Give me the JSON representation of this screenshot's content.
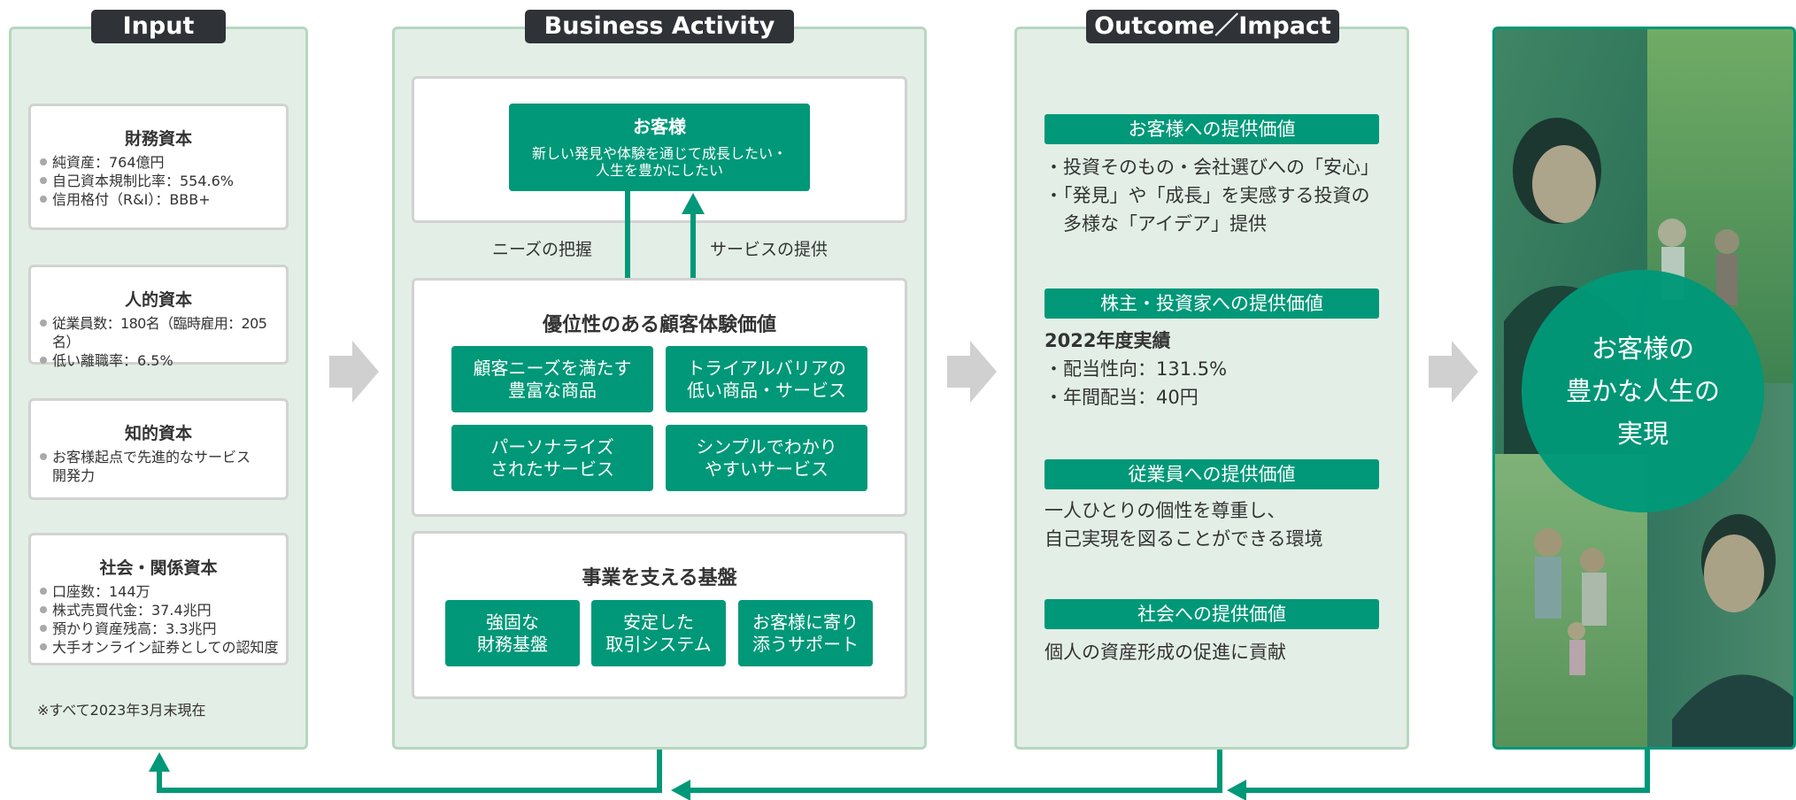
{
  "columns": {
    "input": "Input",
    "business": "Business Activity",
    "outcome": "Outcome／Impact"
  },
  "input": {
    "capitals": [
      {
        "title": "財務資本",
        "items": [
          "純資産：764億円",
          "自己資本規制比率：554.6%",
          "信用格付（R&I）：BBB+"
        ]
      },
      {
        "title": "人的資本",
        "items": [
          "従業員数：180名（臨時雇用：205名）",
          "低い離職率：6.5%"
        ]
      },
      {
        "title": "知的資本",
        "items": [
          "お客様起点で先進的なサービス開発力"
        ]
      },
      {
        "title": "社会・関係資本",
        "items": [
          "口座数：144万",
          "株式売買代金：37.4兆円",
          "預かり資産残高：3.3兆円",
          "大手オンライン証券としての認知度"
        ]
      }
    ],
    "note": "※すべて2023年3月末現在"
  },
  "business": {
    "customer": {
      "title": "お客様",
      "desc_line1": "新しい発見や体験を通じて成長したい・",
      "desc_line2": "人生を豊かにしたい"
    },
    "needs_label": "ニーズの把握",
    "service_label": "サービスの提供",
    "advantage": {
      "title": "優位性のある顧客体験価値",
      "boxes": [
        {
          "line1": "顧客ニーズを満たす",
          "line2": "豊富な商品"
        },
        {
          "line1": "トライアルバリアの",
          "line2": "低い商品・サービス"
        },
        {
          "line1": "パーソナライズ",
          "line2": "されたサービス"
        },
        {
          "line1": "シンプルでわかり",
          "line2": "やすいサービス"
        }
      ]
    },
    "foundation": {
      "title": "事業を支える基盤",
      "boxes": [
        {
          "line1": "強固な",
          "line2": "財務基盤"
        },
        {
          "line1": "安定した",
          "line2": "取引システム"
        },
        {
          "line1": "お客様に寄り",
          "line2": "添うサポート"
        }
      ]
    }
  },
  "outcome": {
    "sections": [
      {
        "title": "お客様への提供価値",
        "lines": [
          "・投資そのもの・会社選びへの「安心」",
          "・「発見」や「成長」を実感する投資の",
          "　多様な「アイデア」提供"
        ]
      },
      {
        "title": "株主・投資家への提供価値",
        "lines": [
          "2022年度実績",
          "・配当性向：131.5%",
          "・年間配当：40円"
        ]
      },
      {
        "title": "従業員への提供価値",
        "lines": [
          "一人ひとりの個性を尊重し、",
          "自己実現を図ることができる環境"
        ]
      },
      {
        "title": "社会への提供価値",
        "lines": [
          "個人の資産形成の促進に貢献"
        ]
      }
    ]
  },
  "impact": {
    "line1": "お客様の",
    "line2": "豊かな人生の",
    "line3": "実現"
  },
  "colors": {
    "accent": "#009878",
    "panel": "#e3efe6",
    "panel_border": "#b6d7bf",
    "tab": "#2f3237",
    "arrow_gray": "#d0d0d0"
  }
}
